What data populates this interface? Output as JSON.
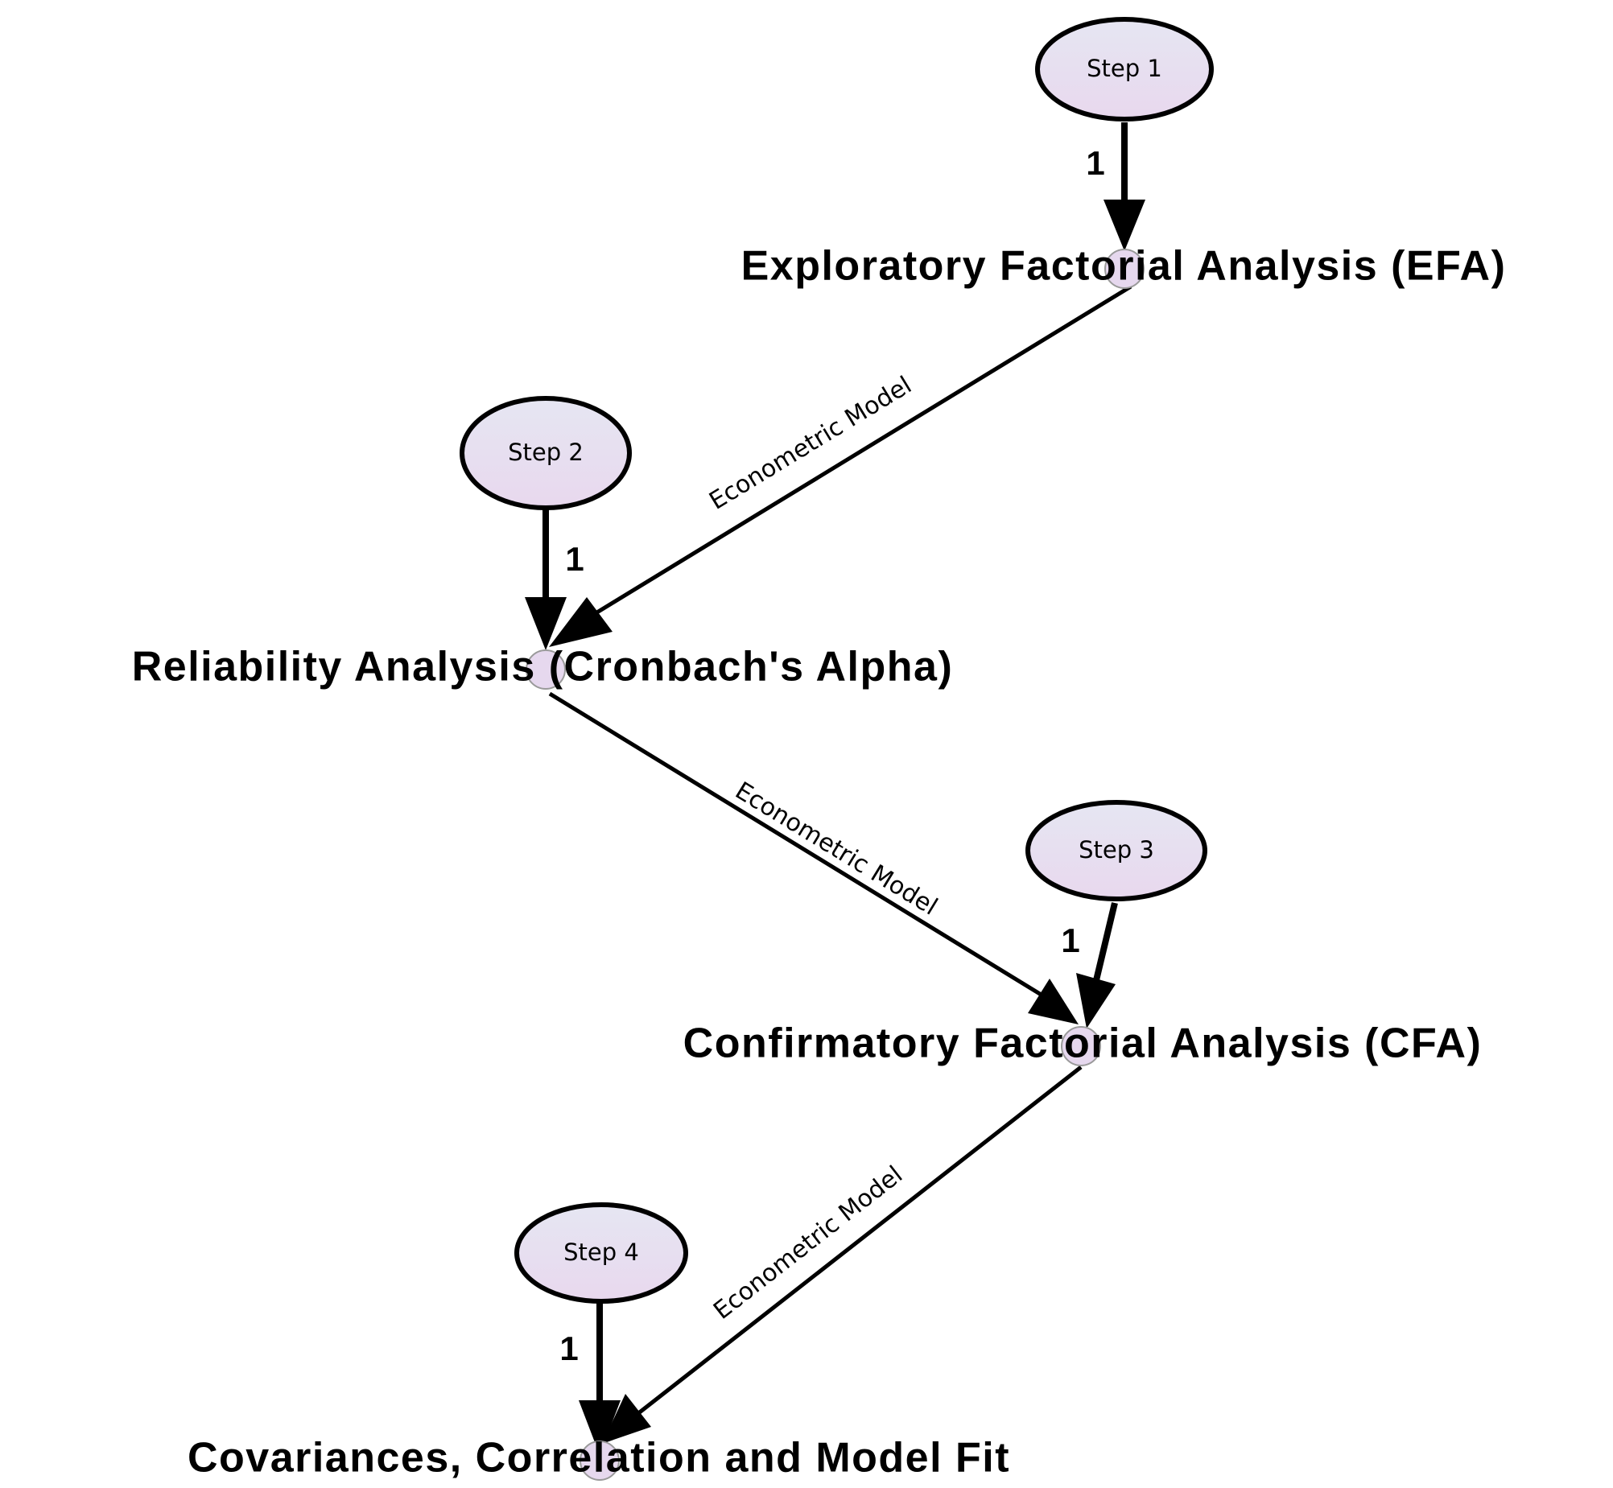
{
  "steps": [
    {
      "label": "Step 1",
      "weight": "1"
    },
    {
      "label": "Step 2",
      "weight": "1"
    },
    {
      "label": "Step 3",
      "weight": "1"
    },
    {
      "label": "Step 4",
      "weight": "1"
    }
  ],
  "analyses": [
    {
      "label": "Exploratory Factorial Analysis (EFA)"
    },
    {
      "label": "Reliability Analysis (Cronbach's Alpha)"
    },
    {
      "label": "Confirmatory Factorial Analysis (CFA)"
    },
    {
      "label": "Covariances, Correlation and Model Fit"
    }
  ],
  "links": [
    {
      "label": "Econometric Model"
    },
    {
      "label": "Econometric Model"
    },
    {
      "label": "Econometric Model"
    }
  ],
  "colors": {
    "step_fill_top": "#e6e6f2",
    "step_fill_bottom": "#e8d8ee",
    "node_fill": "#e6d8ee",
    "stroke": "#000000"
  }
}
